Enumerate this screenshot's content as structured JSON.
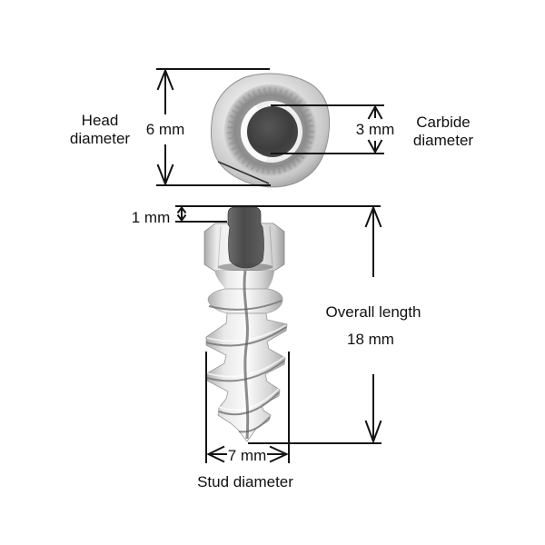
{
  "page": {
    "background": "#ffffff"
  },
  "diagram": {
    "subject": "tire-stud-dimension-diagram",
    "line_color": "#141414",
    "text_color": "#111111",
    "colors": {
      "carbide_insert": "#3d3d3d",
      "metal_highlight": "#fbfbfb",
      "metal_mid": "#d6d6d6",
      "metal_shadow": "#8a8a8a"
    },
    "labels": {
      "head_diameter_line1": "Head",
      "head_diameter_line2": "diameter",
      "carbide_diameter_line1": "Carbide",
      "carbide_diameter_line2": "diameter",
      "overall_length": "Overall length",
      "stud_diameter": "Stud diameter"
    },
    "values": {
      "head_diameter": "6 mm",
      "carbide_diameter": "3 mm",
      "pin_protrusion": "1 mm",
      "overall_length": "18 mm",
      "stud_diameter": "7 mm"
    }
  }
}
